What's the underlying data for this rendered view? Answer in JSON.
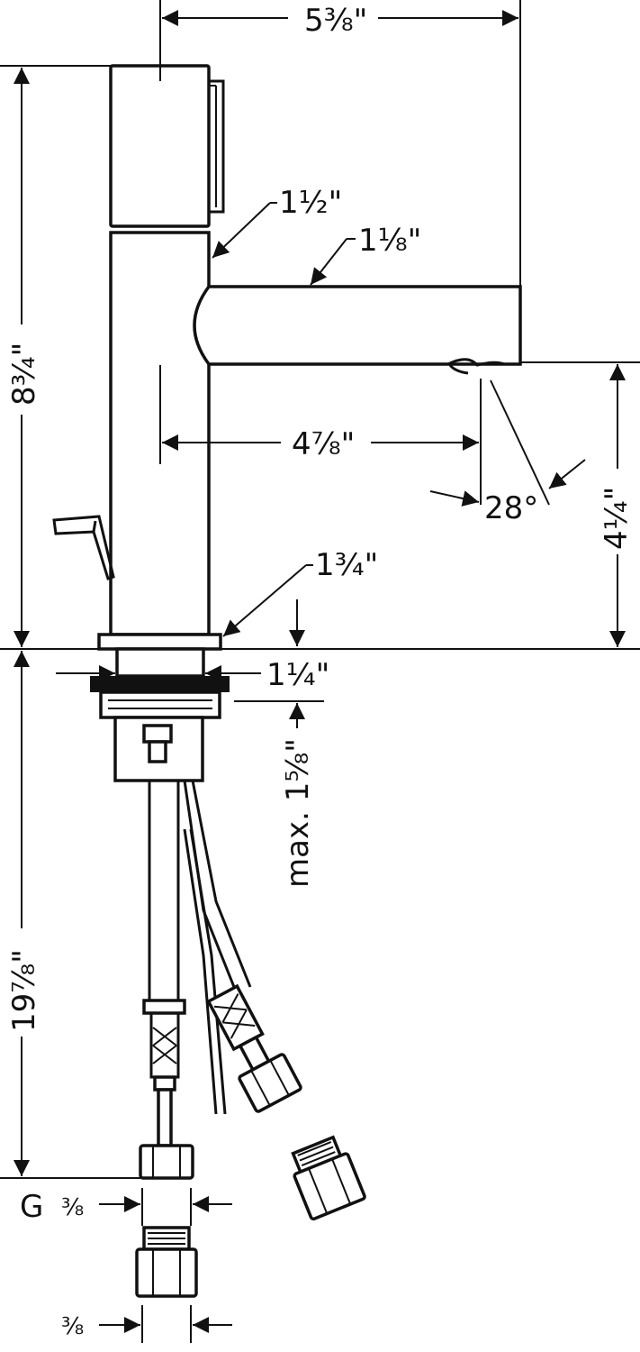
{
  "dimensions": {
    "overall_length": "5⅜\"",
    "overall_height": "8¾\"",
    "body_top_diameter": "1½\"",
    "spout_diameter": "1⅛\"",
    "spout_reach": "4⅞\"",
    "spout_angle": "28°",
    "spout_height": "4¼\"",
    "base_diameter": "1¾\"",
    "shank_diameter": "1¼\"",
    "max_deck_thickness": "max. 1⅝\"",
    "supply_hose_length": "19⅞\"",
    "hose_thread_label": "G",
    "hose_thread_size": "⅜",
    "connector_size": "⅜"
  }
}
